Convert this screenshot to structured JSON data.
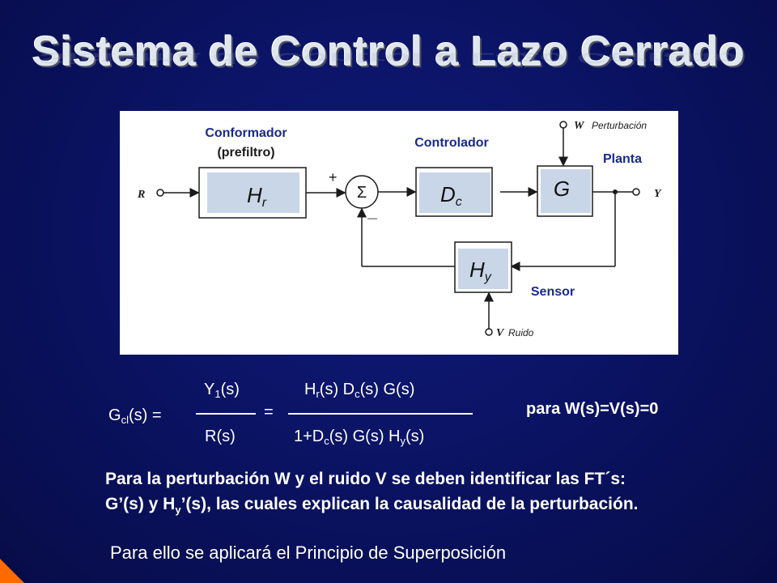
{
  "title": "Sistema de Control a Lazo Cerrado",
  "diagram": {
    "labels": {
      "conformador_l1": "Conformador",
      "conformador_l2": "(prefiltro)",
      "controlador": "Controlador",
      "planta": "Planta",
      "sensor": "Sensor",
      "perturbacion": "Perturbación",
      "ruido": "Ruido"
    },
    "blocks": {
      "hr_main": "H",
      "hr_sub": "r",
      "dc_main": "D",
      "dc_sub": "c",
      "g_main": "G",
      "hy_main": "H",
      "hy_sub": "y"
    },
    "signals": {
      "r": "R",
      "y": "Y",
      "w": "W",
      "v": "V",
      "sigma": "Σ",
      "plus": "+",
      "minus": "—"
    },
    "colors": {
      "heading_label": "#1a2a8a",
      "block_fill": "#c9d6e8",
      "line": "#1a1a1a"
    }
  },
  "formula": {
    "lhs_main": "G",
    "lhs_sub": "cl",
    "lhs_rest": "(s) =",
    "num1_main": "Y",
    "num1_sub": "1",
    "num1_rest": "(s)",
    "den1": "R(s)",
    "equals": "=",
    "num2": [
      {
        "t": "H"
      },
      {
        "s": "r"
      },
      {
        "t": "(s) D"
      },
      {
        "s": "c"
      },
      {
        "t": "(s) G(s)"
      }
    ],
    "den2": [
      {
        "t": "1+D"
      },
      {
        "s": "c"
      },
      {
        "t": "(s) G(s) H"
      },
      {
        "s": "y"
      },
      {
        "t": "(s)"
      }
    ],
    "condition": "para W(s)=V(s)=0"
  },
  "paragraph1": {
    "line1": "Para la perturbación W y el ruido V se deben identificar las FT´s:",
    "line2_a": "G’(s) y H",
    "line2_sub": "y",
    "line2_b": "’(s), las cuales explican la causalidad de la perturbación."
  },
  "paragraph2": "Para ello se aplicará el Principio de Superposición",
  "colors": {
    "background": "#0a1260",
    "title": "#dfe6ee",
    "accent_corner": "#ff6a00"
  }
}
